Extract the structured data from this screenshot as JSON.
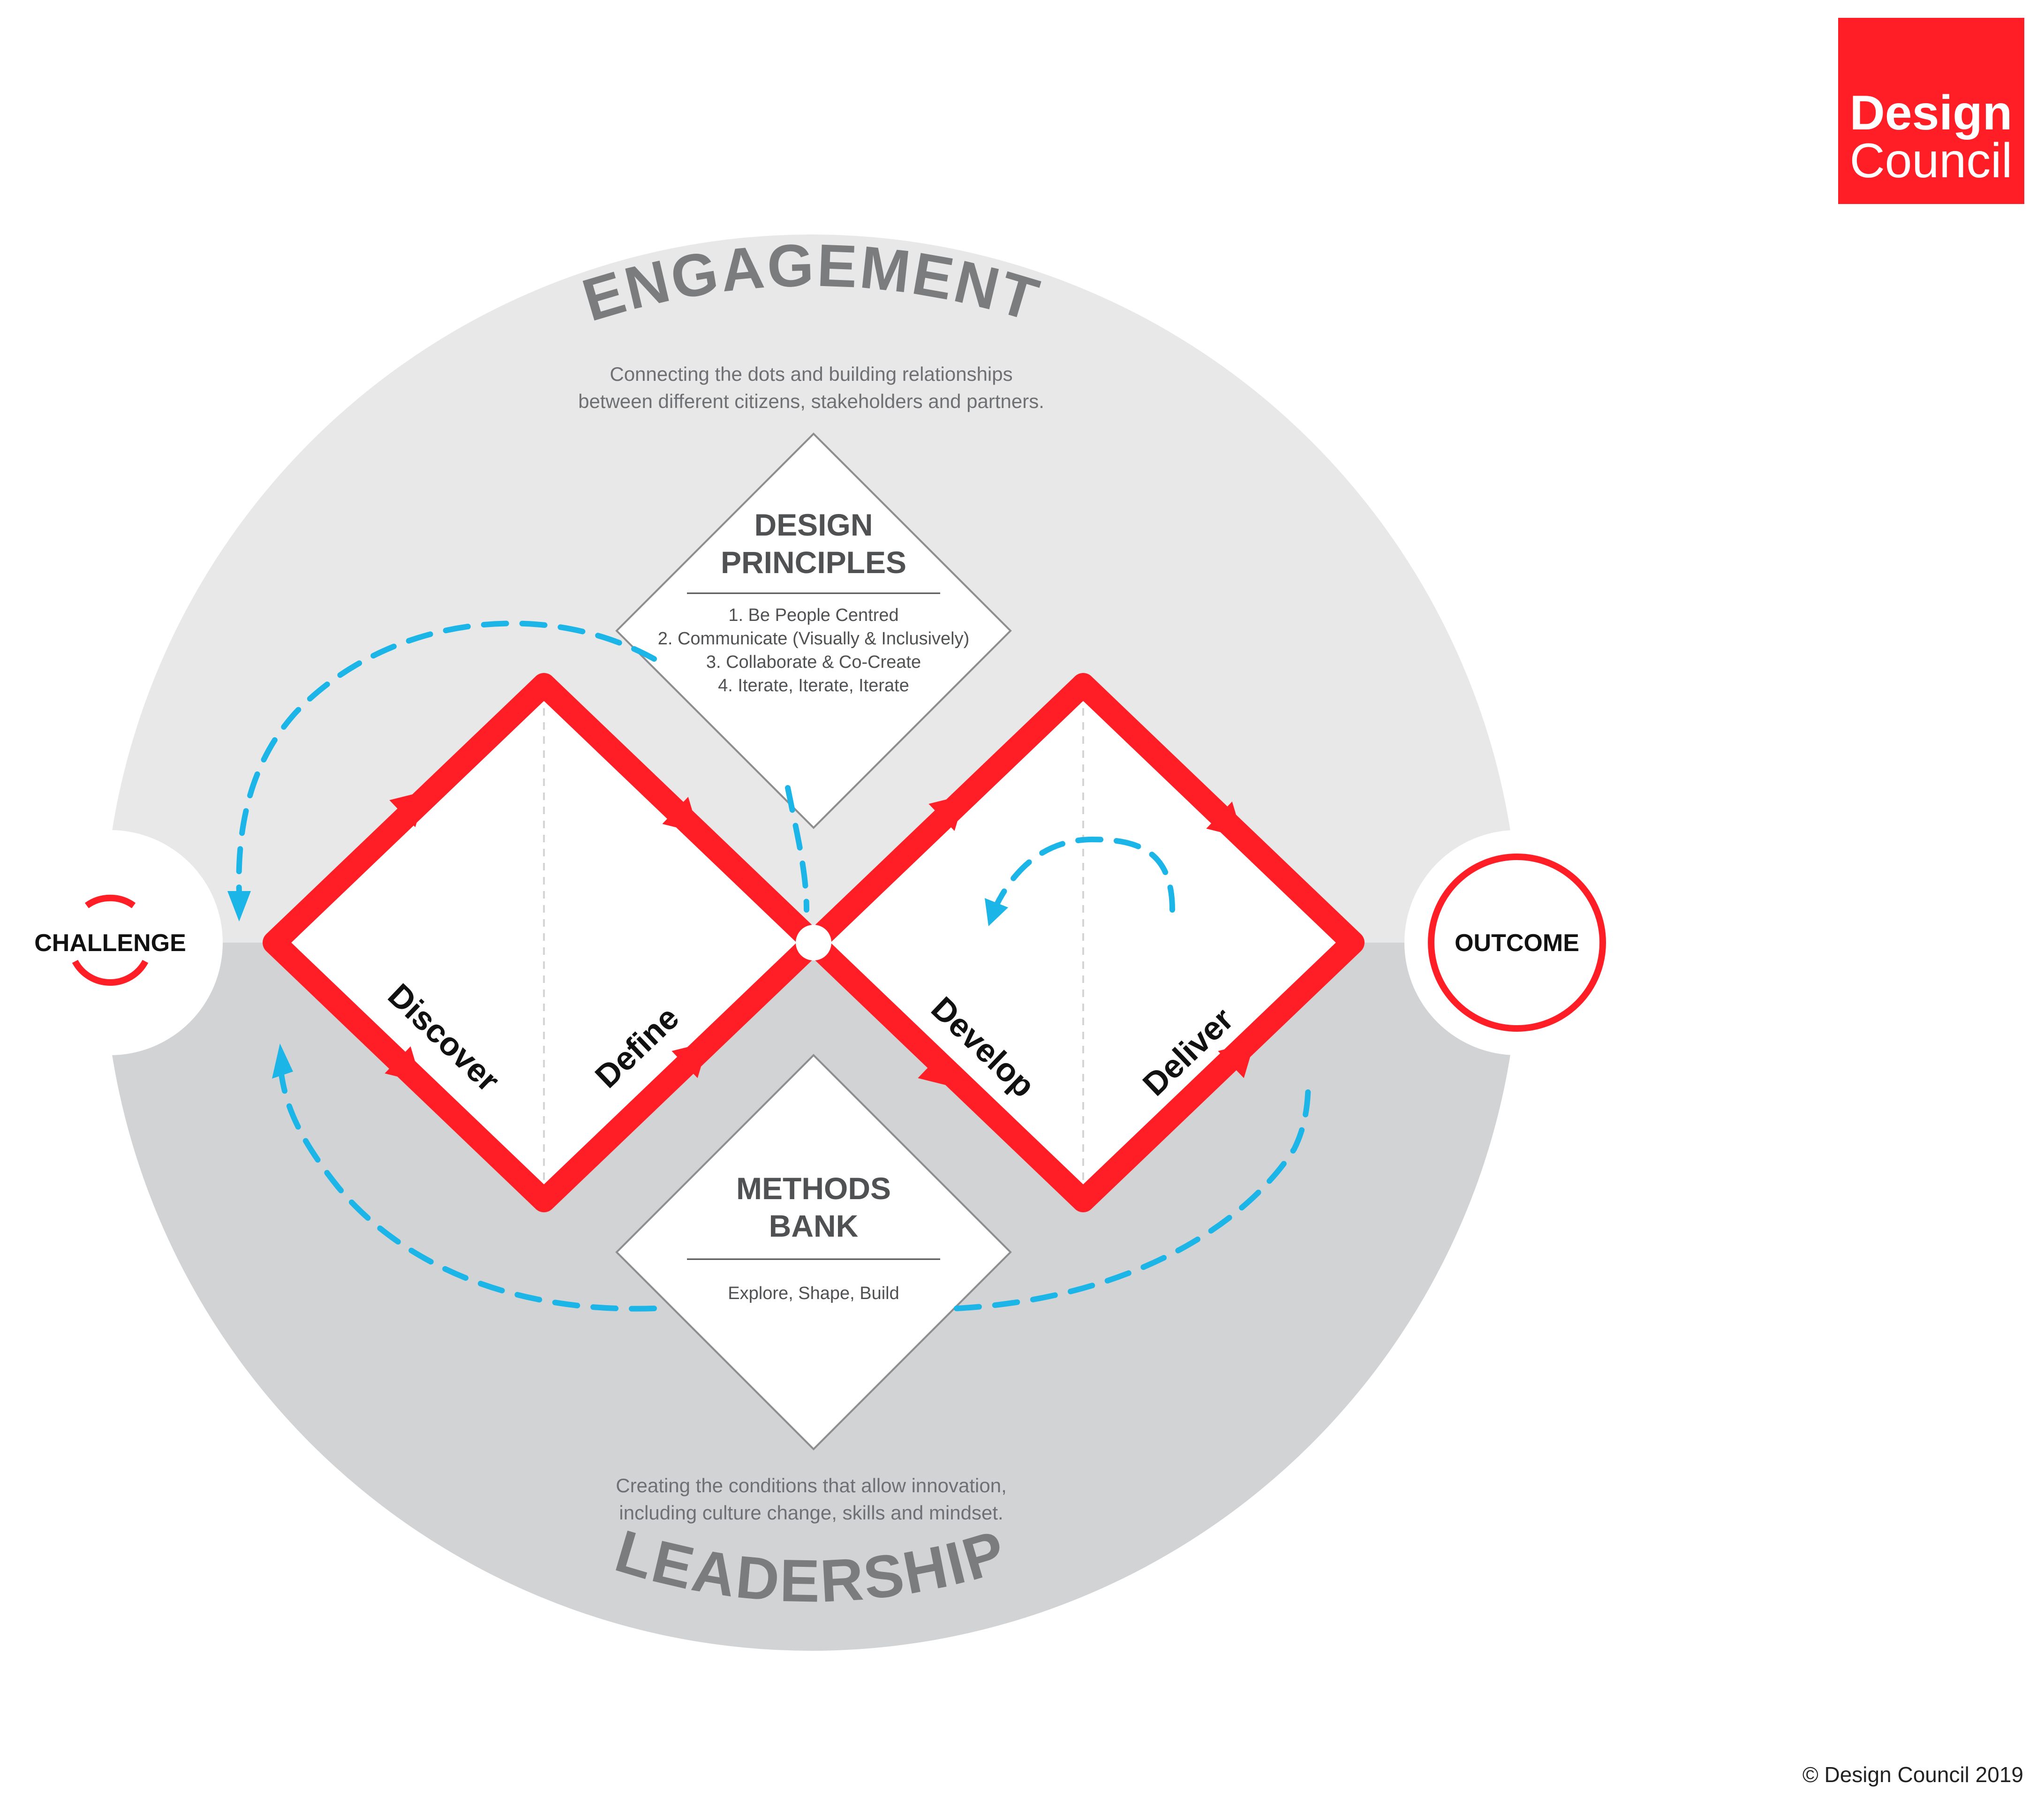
{
  "logo": {
    "line1": "Design",
    "line2": "Council"
  },
  "engagement": {
    "title": "ENGAGEMENT",
    "desc_line1": "Connecting the dots and building relationships",
    "desc_line2": "between different citizens, stakeholders and partners."
  },
  "design_principles": {
    "title_line1": "DESIGN",
    "title_line2": "PRINCIPLES",
    "items": [
      "1. Be People Centred",
      "2. Communicate (Visually & Inclusively)",
      "3. Collaborate & Co-Create",
      "4. Iterate, Iterate, Iterate"
    ]
  },
  "methods_bank": {
    "title_line1": "METHODS",
    "title_line2": "BANK",
    "desc": "Explore, Shape, Build"
  },
  "phases": {
    "discover": "Discover",
    "define": "Define",
    "develop": "Develop",
    "deliver": "Deliver"
  },
  "challenge": "CHALLENGE",
  "outcome": "OUTCOME",
  "leadership": {
    "title": "LEADERSHIP",
    "desc_line1": "Creating the conditions that allow innovation,",
    "desc_line2": "including culture change, skills and mindset."
  },
  "copyright": "© Design Council 2019",
  "colors": {
    "red": "#ff1e26",
    "cyan": "#1cb5e8",
    "engagement_bg": "#e8e8e9",
    "leadership_bg": "#d2d3d5",
    "title_gray": "#7b7c7e",
    "text_gray": "#6f7073",
    "dark_gray": "#505153"
  }
}
